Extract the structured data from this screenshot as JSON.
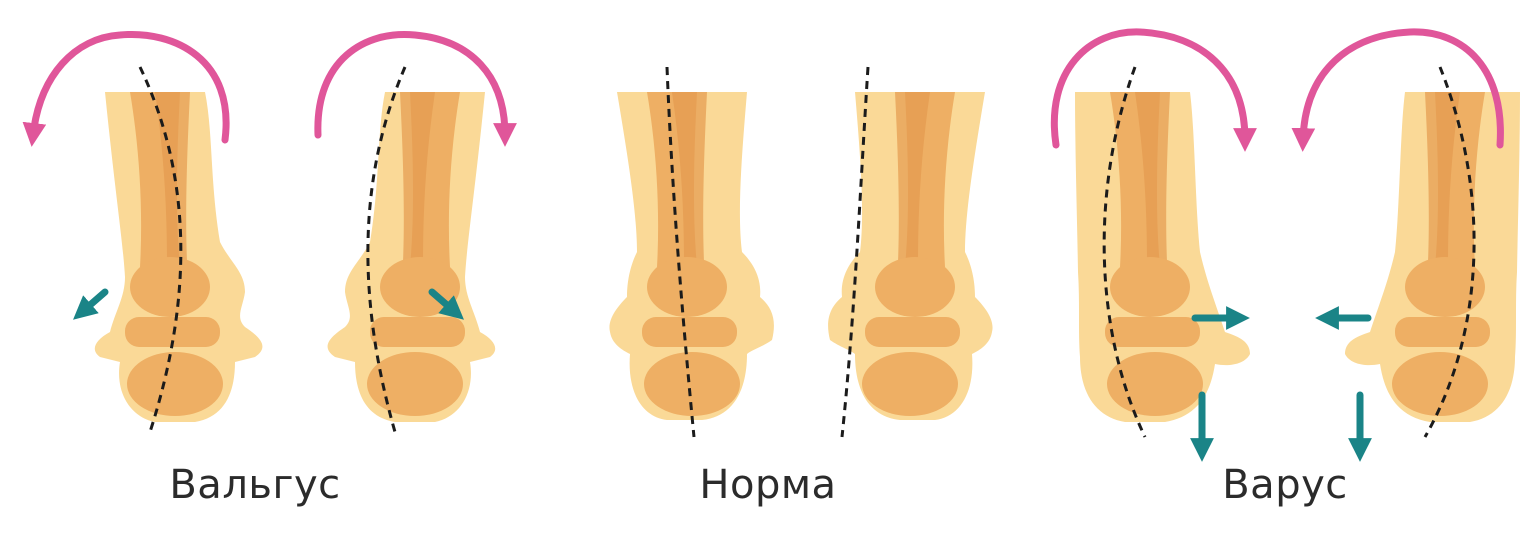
{
  "labels": {
    "valgus": "Вальгус",
    "norm": "Норма",
    "varus": "Варус"
  },
  "colors": {
    "background": "#ffffff",
    "skin": "#fad997",
    "bone": "#eeaf64",
    "bone_dark": "#e49a4f",
    "rotation_arrow": "#e0569a",
    "displacement_arrow": "#1a8487",
    "axis_line": "#1b1b1b",
    "text": "#2b2b2b"
  },
  "groups": [
    {
      "label_key": "valgus",
      "feet": 2,
      "rotation": "outward",
      "displacement": "lateral"
    },
    {
      "label_key": "norm",
      "feet": 2,
      "rotation": "none",
      "displacement": "none"
    },
    {
      "label_key": "varus",
      "feet": 2,
      "rotation": "inward",
      "displacement": "medial-and-down"
    }
  ]
}
